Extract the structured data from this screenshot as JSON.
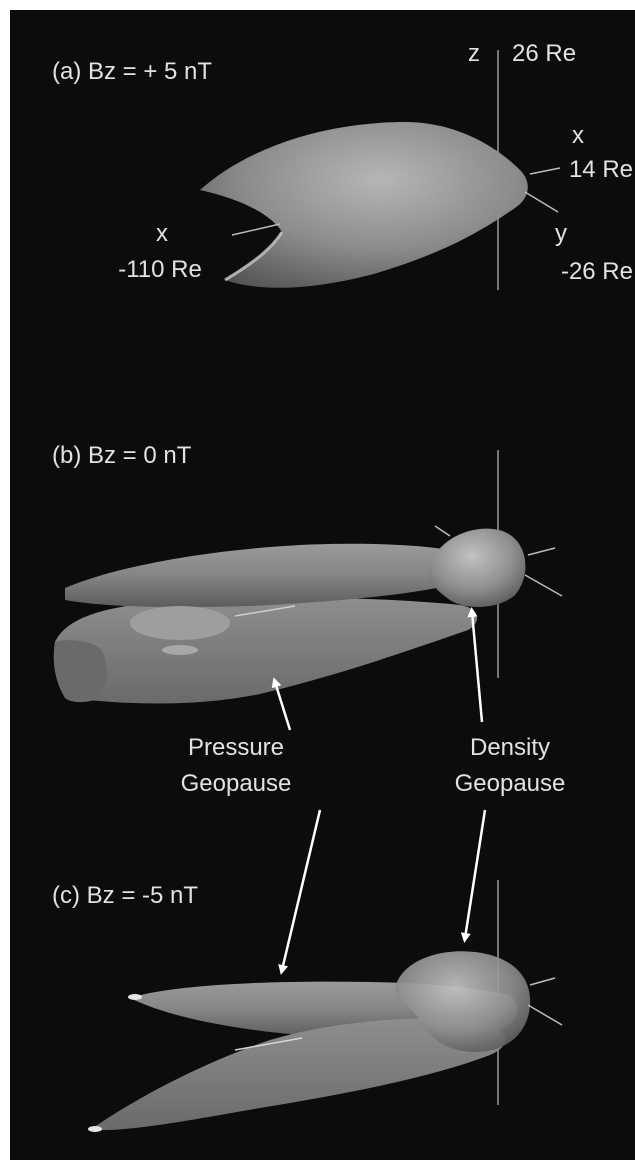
{
  "panels": {
    "a": {
      "title": "(a) Bz = + 5 nT"
    },
    "b": {
      "title": "(b) Bz = 0 nT"
    },
    "c": {
      "title": "(c) Bz = -5 nT"
    }
  },
  "axes": {
    "z_label": "z",
    "z_value": "26 Re",
    "x_label": "x",
    "x_pos_value": "14 Re",
    "x_neg_value": "-110 Re",
    "y_label": "y",
    "y_value": "-26 Re"
  },
  "annotations": {
    "pressure": [
      "Pressure",
      "Geopause"
    ],
    "density": [
      "Density",
      "Geopause"
    ]
  },
  "colors": {
    "background": "#0c0c0c",
    "surface": "#8a8a8a",
    "text": "#e2e2e2",
    "arrow": "#ffffff"
  }
}
